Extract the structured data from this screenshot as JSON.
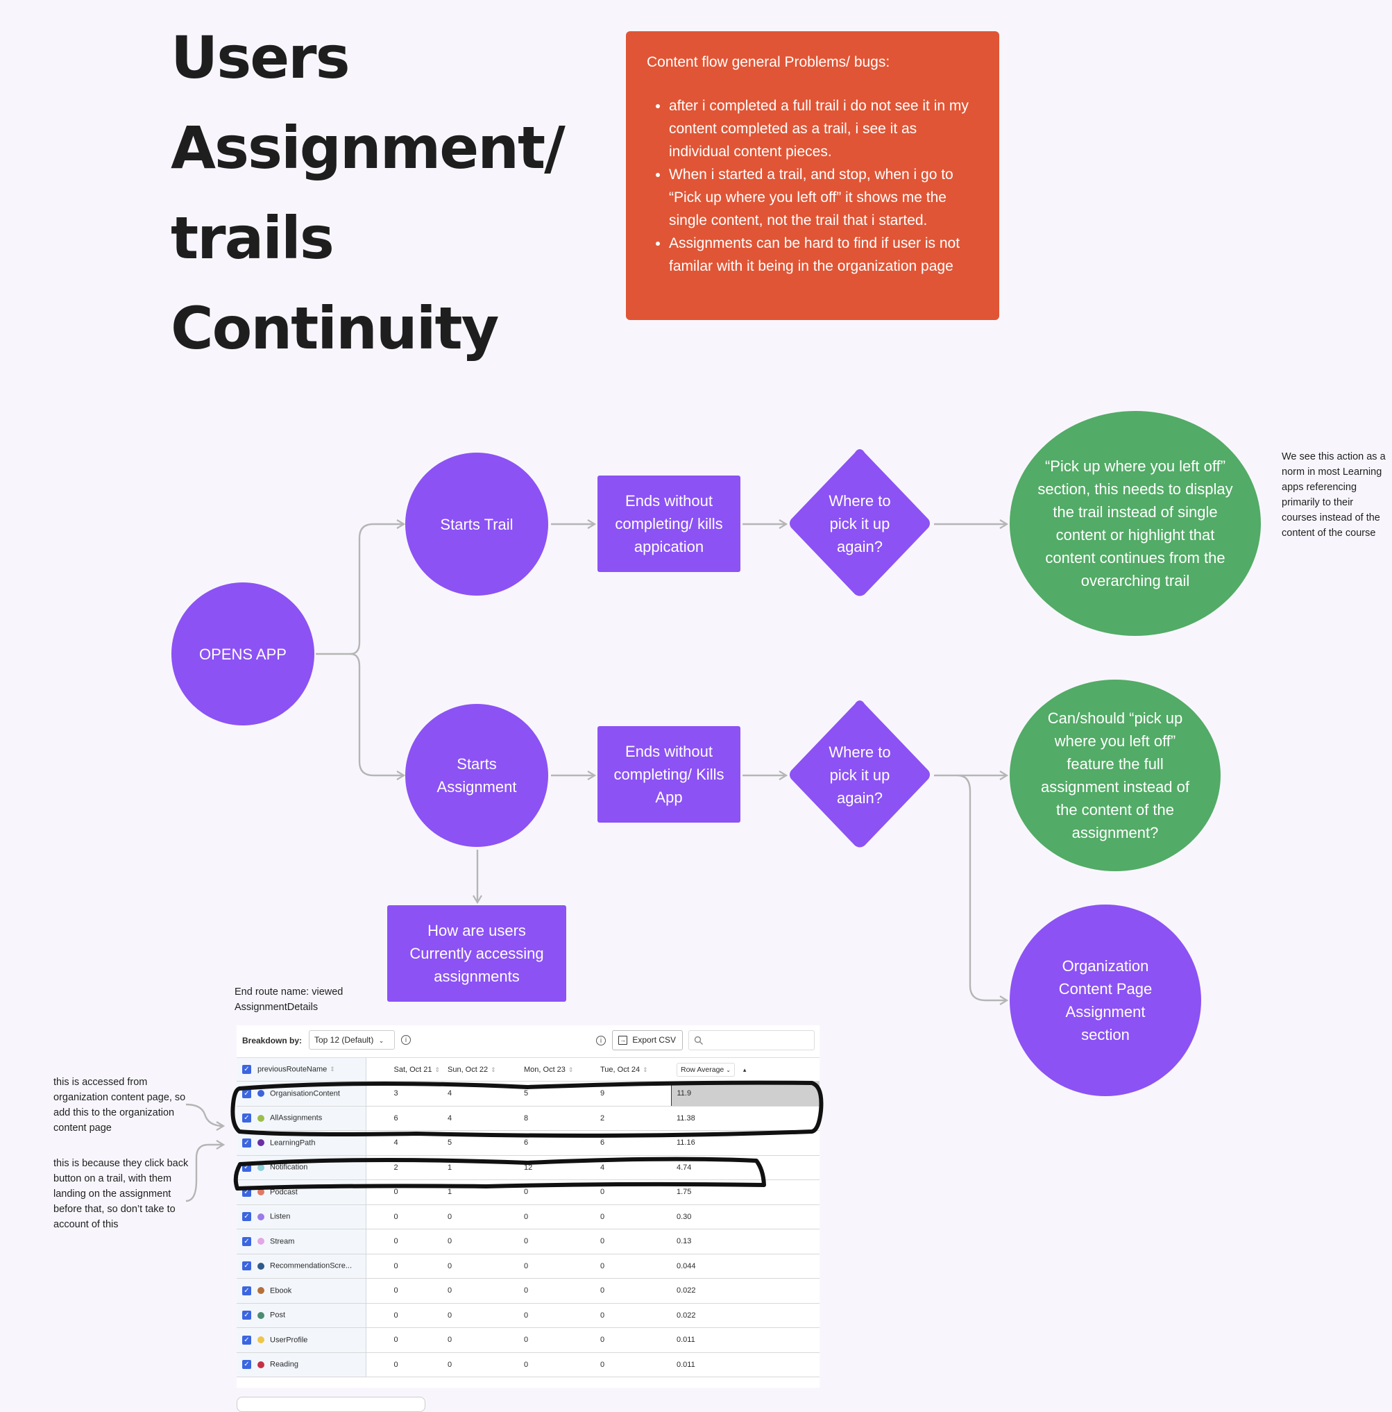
{
  "title": {
    "lines": [
      "Users",
      "Assignment/",
      "trails",
      "Continuity"
    ]
  },
  "problems_box": {
    "heading": "Content flow general Problems/ bugs:",
    "bullets": [
      "after i completed a full trail i do not see it in my content completed as a trail, i see it as individual content pieces.",
      "When i started a trail, and stop, when i go to “Pick up where you left off” it shows me the single content, not the trail that i started.",
      "Assignments can be hard to find if user is not familar with it being in the organization page"
    ],
    "color": "#e05535"
  },
  "colors": {
    "purple_node": "#8c52f4",
    "green_node": "#52ab66",
    "connector": "#b5b5b5",
    "background": "#f8f6fc"
  },
  "flow": {
    "opens_app": "OPENS APP",
    "trail_branch": {
      "start": "Starts Trail",
      "ends": "Ends without completing/ kills appication",
      "decision": "Where to pick it up again?",
      "outcome": "“Pick up where you left off” section, this needs to display the trail instead of single content or highlight that content continues from the overarching trail"
    },
    "assignment_branch": {
      "start": "Starts Assignment",
      "ends": "Ends without completing/ Kills App",
      "decision": "Where to pick it up again?",
      "outcome": "Can/should “pick up where you left off” feature the full assignment instead of the content of the assignment?",
      "alt_outcome": "Organization Content Page Assignment section",
      "investigation": "How are users Currently accessing assignments"
    }
  },
  "side_note": "We see this action as a norm in most Learning apps referencing primarily to their courses instead of the content of the course",
  "route_label": "End route name: viewed AssignmentDetails",
  "annotations": [
    "this is accessed from organization content page, so add this to the organization content page",
    "this is because they click back button on a trail, with them landing on the assignment before that, so don’t take to account of this"
  ],
  "analytics_table": {
    "breakdown_label": "Breakdown by:",
    "breakdown_value": "Top 12 (Default)",
    "export_label": "Export CSV",
    "search_placeholder": "",
    "columns": [
      "previousRouteName",
      "Sat, Oct 21",
      "Sun, Oct 22",
      "Mon, Oct 23",
      "Tue, Oct 24",
      "Row Average"
    ],
    "rows": [
      {
        "name": "OrganisationContent",
        "color": "#3d63dd",
        "values": [
          "3",
          "4",
          "5",
          "9"
        ],
        "avg": "11.9",
        "circled": true,
        "highlighted": true
      },
      {
        "name": "AllAssignments",
        "color": "#9bbd4c",
        "values": [
          "6",
          "4",
          "8",
          "2"
        ],
        "avg": "11.38",
        "circled": true
      },
      {
        "name": "LearningPath",
        "color": "#6a2fa3",
        "values": [
          "4",
          "5",
          "6",
          "6"
        ],
        "avg": "11.16"
      },
      {
        "name": "Notification",
        "color": "#8fd0d9",
        "values": [
          "2",
          "1",
          "12",
          "4"
        ],
        "avg": "4.74",
        "circled": true
      },
      {
        "name": "Podcast",
        "color": "#e07a66",
        "values": [
          "0",
          "1",
          "0",
          "0"
        ],
        "avg": "1.75"
      },
      {
        "name": "Listen",
        "color": "#9b7be8",
        "values": [
          "0",
          "0",
          "0",
          "0"
        ],
        "avg": "0.30"
      },
      {
        "name": "Stream",
        "color": "#e3a6e6",
        "values": [
          "0",
          "0",
          "0",
          "0"
        ],
        "avg": "0.13"
      },
      {
        "name": "RecommendationScre...",
        "color": "#2f5a8a",
        "values": [
          "0",
          "0",
          "0",
          "0"
        ],
        "avg": "0.044"
      },
      {
        "name": "Ebook",
        "color": "#b5703a",
        "values": [
          "0",
          "0",
          "0",
          "0"
        ],
        "avg": "0.022"
      },
      {
        "name": "Post",
        "color": "#4a8c72",
        "values": [
          "0",
          "0",
          "0",
          "0"
        ],
        "avg": "0.022"
      },
      {
        "name": "UserProfile",
        "color": "#efc64a",
        "values": [
          "0",
          "0",
          "0",
          "0"
        ],
        "avg": "0.011"
      },
      {
        "name": "Reading",
        "color": "#c43145",
        "values": [
          "0",
          "0",
          "0",
          "0"
        ],
        "avg": "0.011"
      }
    ]
  }
}
